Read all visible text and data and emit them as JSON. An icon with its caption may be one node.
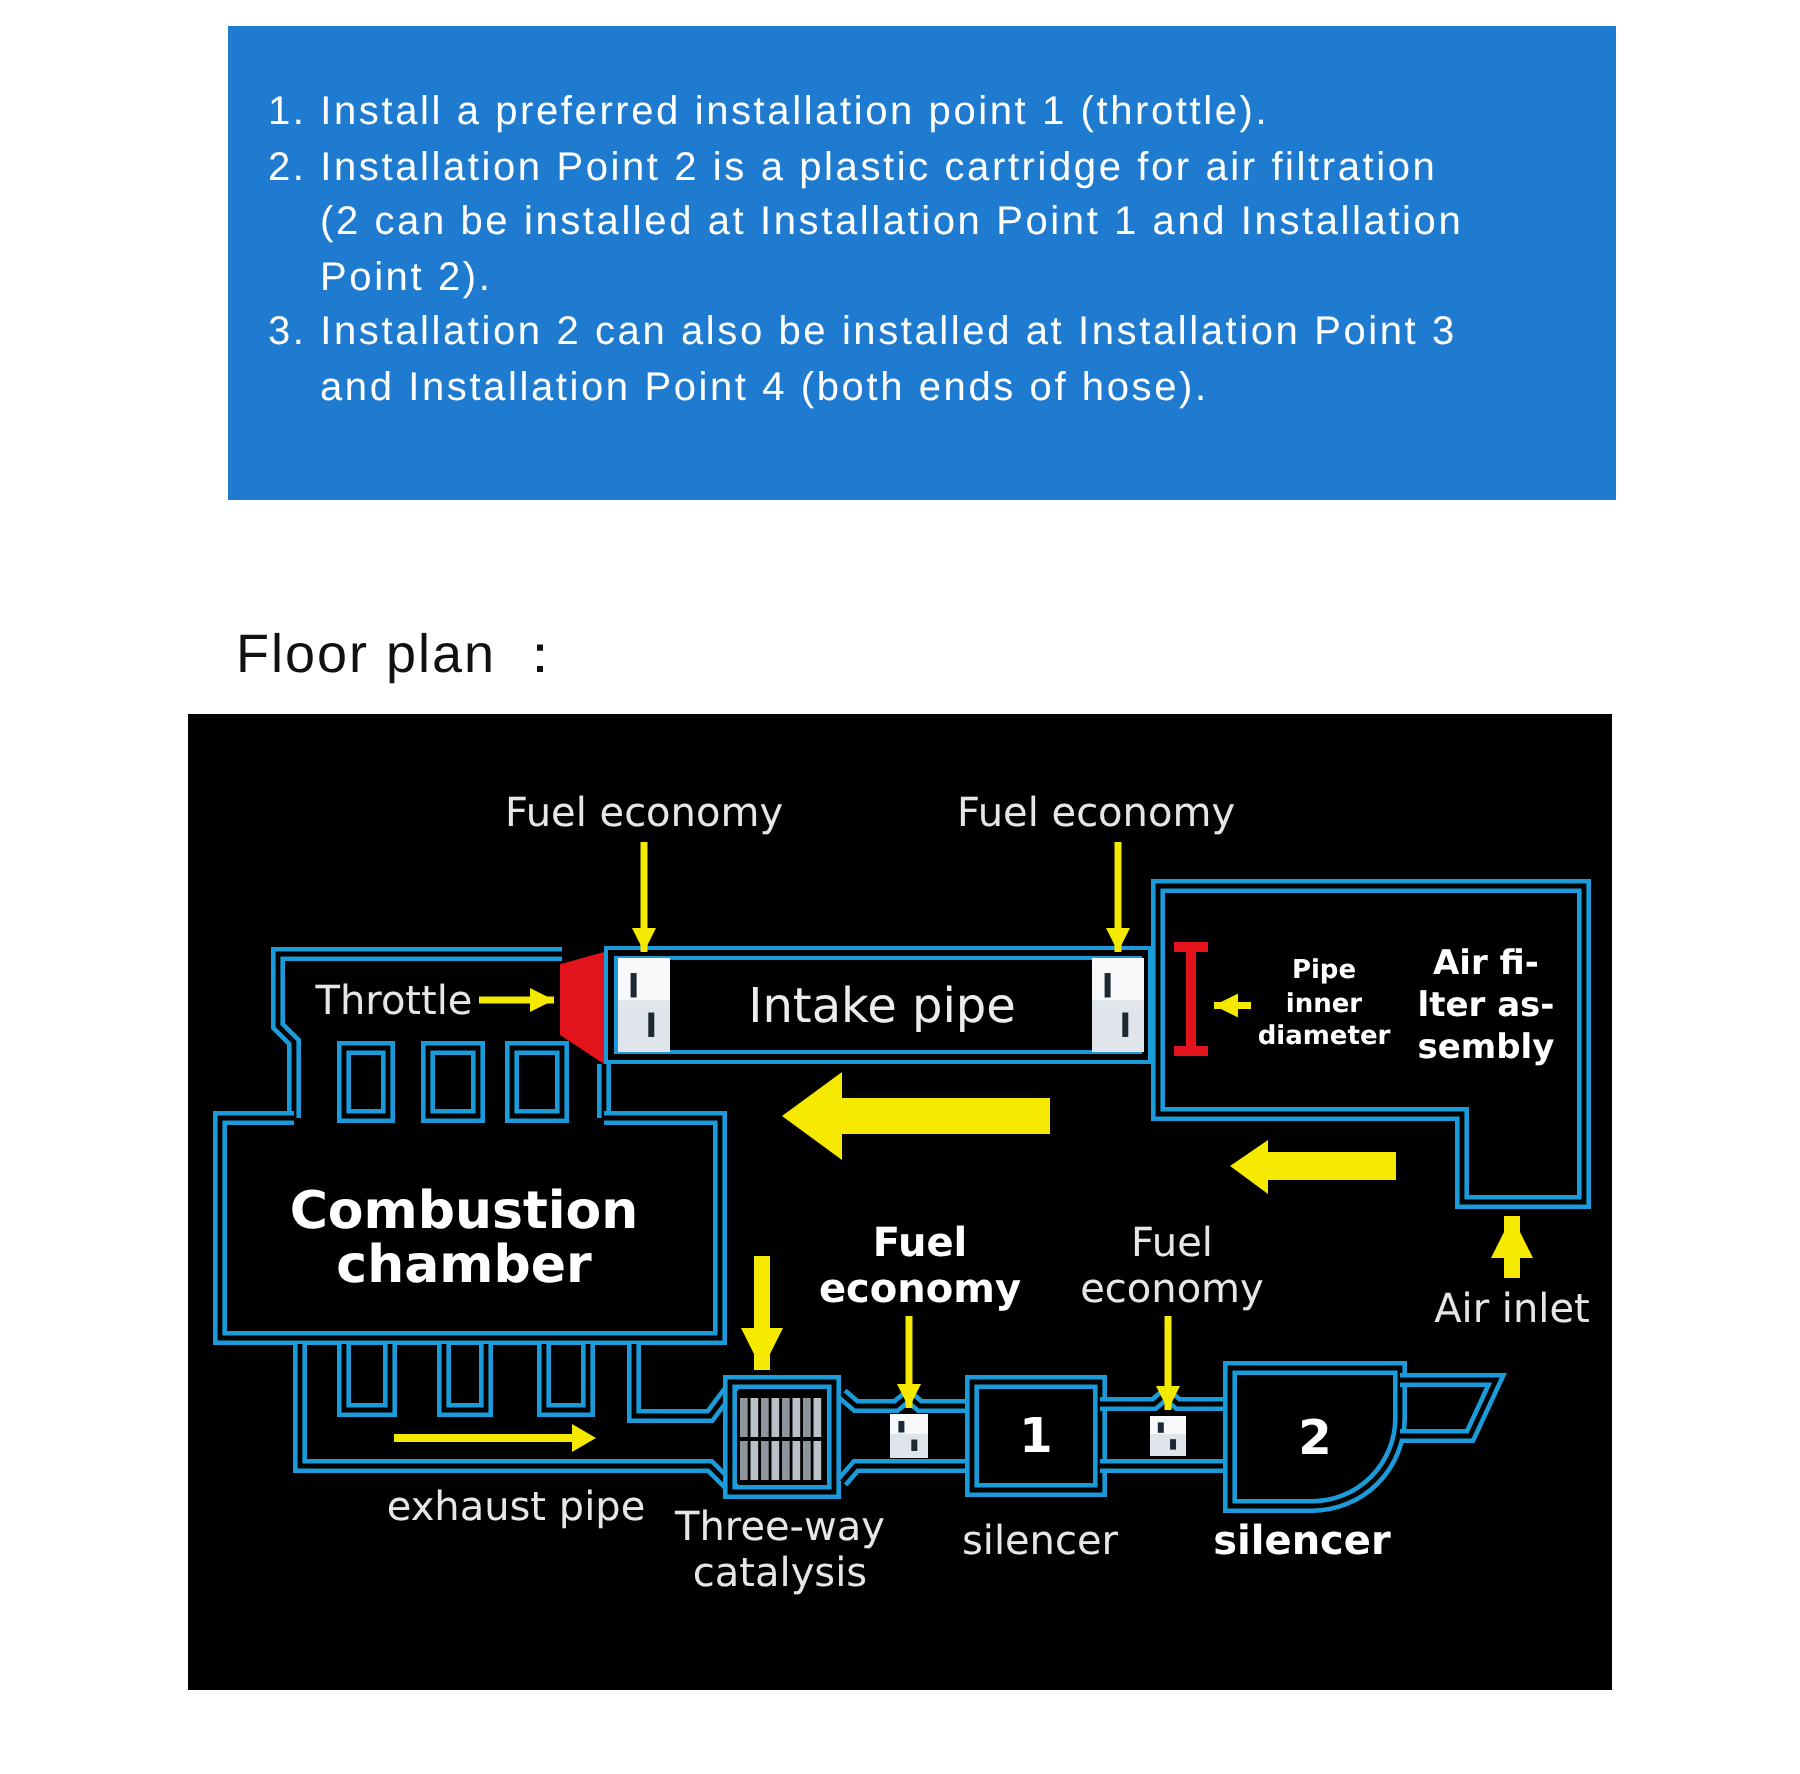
{
  "diagram": {
    "title": "Floor plan ：",
    "nodes": [
      {
        "text": [
          "1. Install a preferred installation point 1 (throttle).",
          "2. Installation Point 2 is a plastic cartridge for air filtration (2 can be installed at Installation Point 1 and Installation Point 2).",
          "3. Installation 2 can also be installed at Installation Point 3 and Installation Point 4 (both ends of hose)."
        ]
      },
      {
        "text": [
          "Fuel economy"
        ]
      },
      {
        "text": [
          "Fuel economy"
        ]
      },
      {
        "text": [],
        "shape": "pipe"
      },
      {
        "text": [
          "Throttle"
        ],
        "in": 3
      },
      {
        "text": [],
        "shape": "trapezoid",
        "in": 3
      },
      {
        "text": [
          "Intake pipe"
        ]
      },
      {
        "text": [],
        "shape": "box",
        "in": 6
      },
      {
        "text": [],
        "shape": "box",
        "in": 6
      },
      {
        "text": [
          "Air fi- lter as- sembly"
        ]
      },
      {
        "text": [
          "Pipe inner diameter"
        ],
        "in": 9
      },
      {
        "text": [],
        "shape": "bar",
        "in": 9
      },
      {
        "text": [
          "Combustion chamber"
        ]
      },
      {
        "text": [
          "Fuel economy"
        ]
      },
      {
        "text": [
          "Fuel economy"
        ]
      },
      {
        "text": [
          "Air inlet"
        ]
      },
      {
        "text": [],
        "shape": "pipe",
        "beside": [
          "exhaust pipe"
        ]
      },
      {
        "text": [],
        "shape": "box",
        "beside": [
          "Three-way catalysis"
        ]
      },
      {
        "text": [],
        "shape": "pipe"
      },
      {
        "text": [],
        "shape": "box",
        "in": 18
      },
      {
        "text": [
          "1"
        ],
        "beside": [
          "silencer"
        ]
      },
      {
        "text": [],
        "shape": "pipe"
      },
      {
        "text": [],
        "shape": "box",
        "in": 21
      },
      {
        "text": [
          "2"
        ],
        "beside": [
          "silencer"
        ]
      }
    ],
    "edges": [
      {
        "from": 1,
        "to": 7,
        "arrow": "to"
      },
      {
        "from": 2,
        "to": 8,
        "arrow": "to"
      },
      {
        "from": 4,
        "to": 5,
        "arrow": "to"
      },
      {
        "from": 10,
        "to": 11,
        "arrow": "to"
      },
      {
        "from": 13,
        "to": 19,
        "arrow": "to"
      },
      {
        "from": 14,
        "to": 22,
        "arrow": "to"
      },
      {
        "from": 15,
        "to": 9,
        "arrow": "to",
        "style": "thick"
      },
      {
        "from": null,
        "to": 17,
        "arrow": "to",
        "style": "thick"
      }
    ]
  }
}
